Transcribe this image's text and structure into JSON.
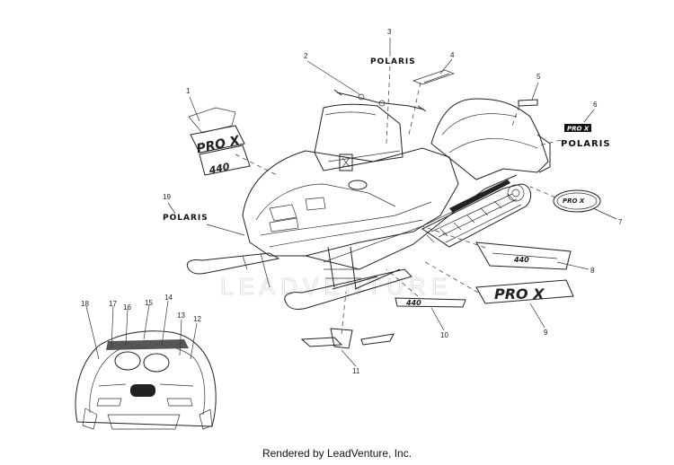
{
  "diagram": {
    "watermark": "LEADVENTURE",
    "credit": "Rendered by LeadVenture, Inc.",
    "decal_text": {
      "polaris": "POLARIS",
      "prox": "PRO X",
      "model": "440"
    },
    "callouts": [
      "1",
      "2",
      "3",
      "4",
      "5",
      "6",
      "7",
      "8",
      "9",
      "10",
      "11",
      "12",
      "13",
      "14",
      "15",
      "16",
      "17",
      "18",
      "19"
    ]
  }
}
